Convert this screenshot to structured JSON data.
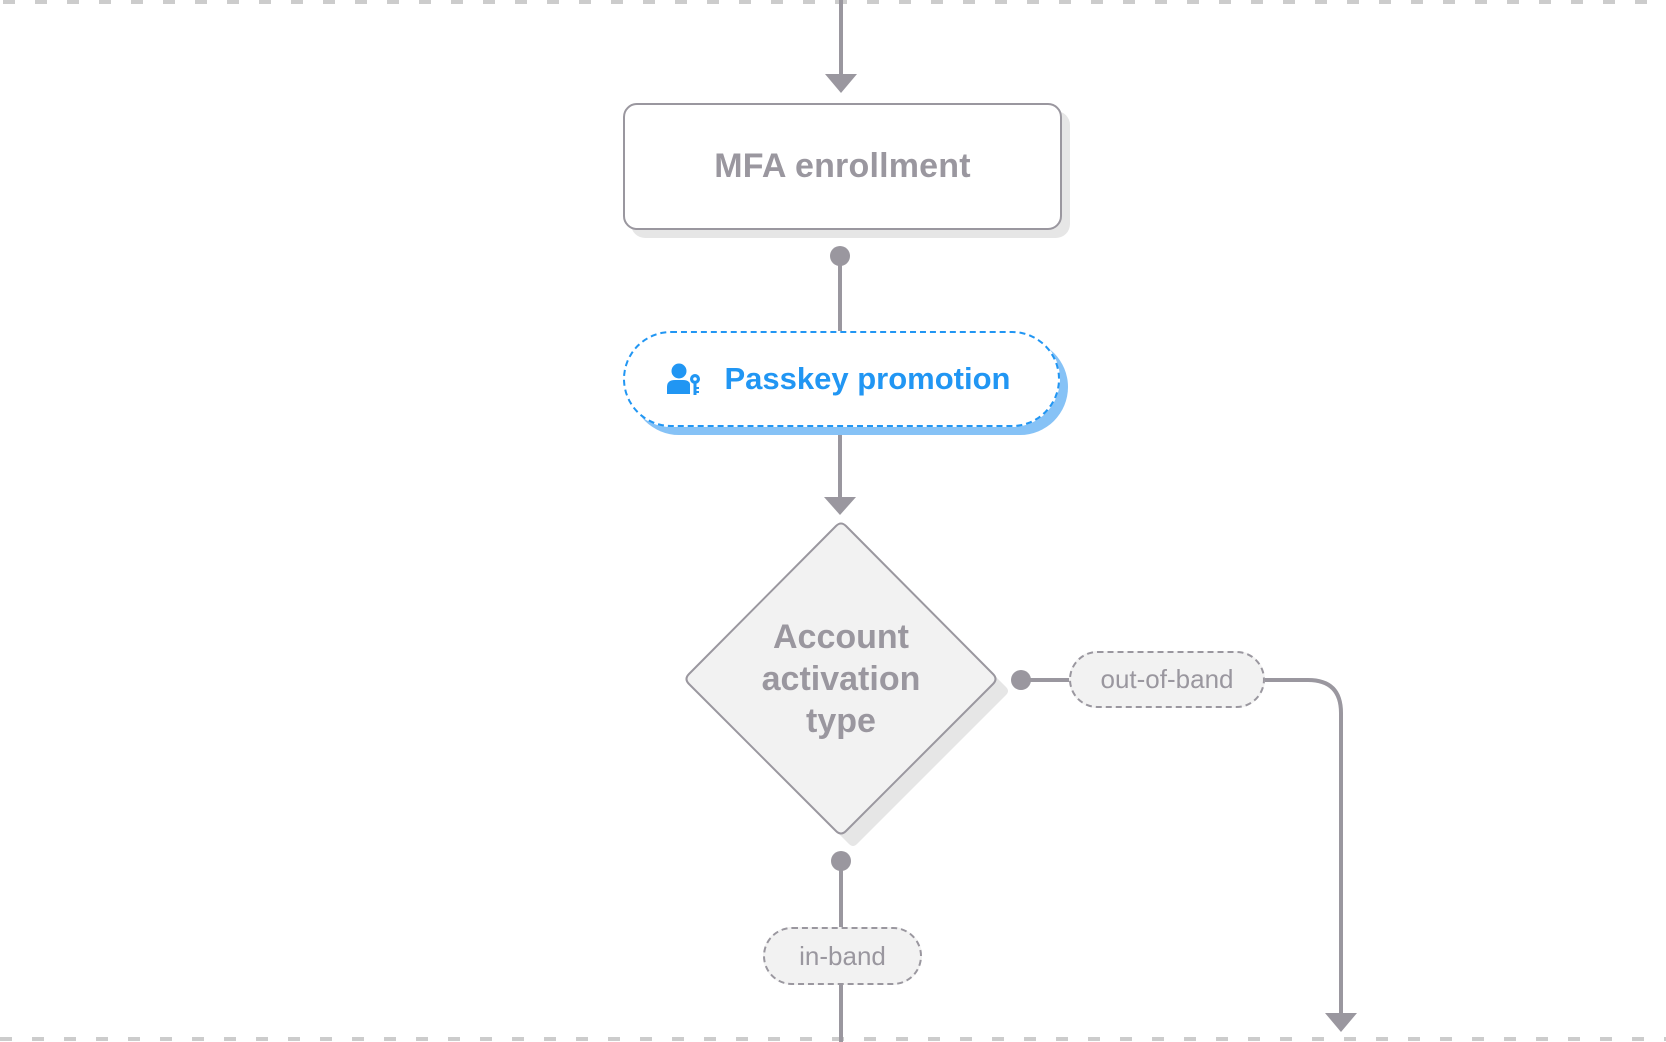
{
  "diagram": {
    "type": "flowchart",
    "nodes": {
      "mfa_enrollment": {
        "shape": "process",
        "label": "MFA enrollment"
      },
      "passkey_promotion": {
        "shape": "pill",
        "style": "dashed-highlight",
        "icon": "user-key-icon",
        "label": "Passkey promotion"
      },
      "account_activation_type": {
        "shape": "decision",
        "label_lines": [
          "Account",
          "activation",
          "type"
        ]
      }
    },
    "edges": [
      {
        "from": "(above)",
        "to": "mfa_enrollment",
        "end": "arrow"
      },
      {
        "from": "mfa_enrollment",
        "to": "passkey_promotion",
        "start": "dot"
      },
      {
        "from": "passkey_promotion",
        "to": "account_activation_type",
        "end": "arrow"
      },
      {
        "from": "account_activation_type",
        "to": "(below)",
        "start": "dot",
        "label": "in-band"
      },
      {
        "from": "account_activation_type",
        "to": "(below-right)",
        "start": "dot",
        "end": "arrow",
        "label": "out-of-band"
      }
    ],
    "edge_labels": {
      "out_of_band": "out-of-band",
      "in_band": "in-band"
    }
  },
  "colors": {
    "line": "#9a979f",
    "node_text": "#9a979f",
    "node_border": "#9a979f",
    "decision_fill": "#f2f2f2",
    "shadow": "#e6e6e6",
    "highlight": "#2196f3",
    "highlight_shadow": "#86c2f6",
    "frame_dash": "#cccccc"
  }
}
